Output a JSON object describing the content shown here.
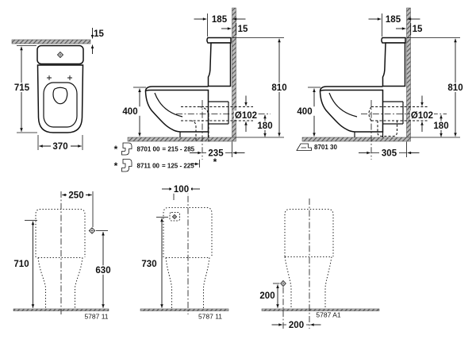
{
  "colors": {
    "line": "#111111",
    "hatch_fill": "#bdbdbd",
    "hatch_stroke": "#5a5a5a"
  },
  "top_view": {
    "depth": "715",
    "width": "370",
    "wall_gap": "15"
  },
  "side_view_a": {
    "top_depth": "185",
    "wall_thickness": "15",
    "rim_height": "400",
    "total_height": "810",
    "outlet_diameter": "Ø102",
    "outlet_center_height": "180",
    "outlet_to_wall": "235",
    "footnote_marker": "*",
    "notes": [
      {
        "marker": "*",
        "code": "8701 00",
        "range": "= 215 - 285",
        "icon": "floor-outlet-elbow"
      },
      {
        "marker": "*",
        "code": "8711 00",
        "range": "= 125 - 225",
        "icon": "floor-outlet-elbow-short"
      }
    ]
  },
  "side_view_b": {
    "top_depth": "185",
    "wall_thickness": "15",
    "rim_height": "400",
    "total_height": "810",
    "outlet_diameter": "Ø102",
    "outlet_center_height": "180",
    "outlet_to_wall": "305",
    "note": {
      "code": "8701 30",
      "icon": "horizontal-outlet-connector"
    }
  },
  "front_view_a": {
    "top_offset": "250",
    "overall_height": "710",
    "inlet_height": "630",
    "model": "5787 11"
  },
  "front_view_b": {
    "inlet_offset": "100",
    "inlet_height": "730",
    "model": "5787 11"
  },
  "front_view_c": {
    "inlet_height": "200",
    "inlet_offset": "200",
    "model": "5787 A1"
  }
}
